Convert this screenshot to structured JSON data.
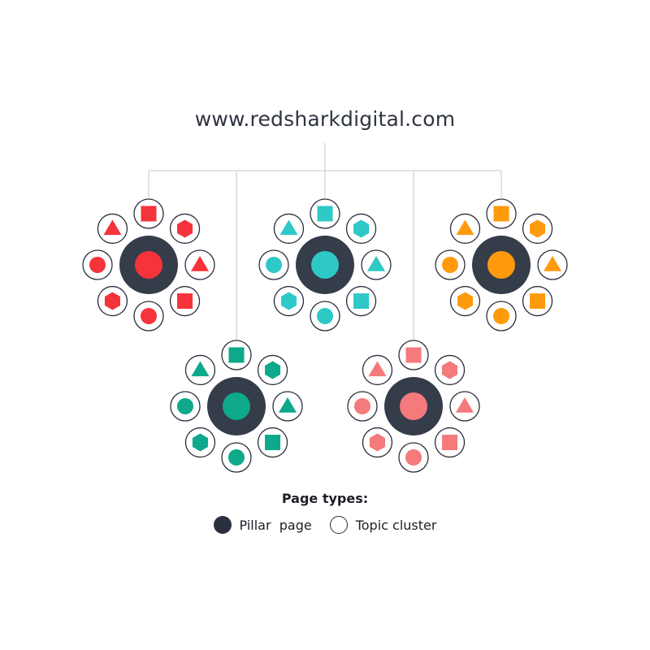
{
  "title": "www.redsharkdigital.com",
  "legend": {
    "title": "Page types:",
    "pillar_label": "Pillar  page",
    "cluster_label": "Topic cluster"
  },
  "colors": {
    "pillar_fill": "#353d4a",
    "connector": "#dfe3e6",
    "cluster_stroke": "#2b2f3e",
    "legend_pillar": "#2b2f3e"
  },
  "pillars": [
    {
      "color": "#f5333a",
      "satellites": [
        "square",
        "hexagon",
        "triangle",
        "square",
        "circle",
        "hexagon",
        "circle",
        "triangle"
      ]
    },
    {
      "color": "#2ec9c7",
      "satellites": [
        "square",
        "hexagon",
        "triangle",
        "square",
        "circle",
        "hexagon",
        "circle",
        "triangle"
      ]
    },
    {
      "color": "#ff9a0d",
      "satellites": [
        "square",
        "hexagon",
        "triangle",
        "square",
        "circle",
        "hexagon",
        "circle",
        "triangle"
      ]
    },
    {
      "color": "#0ea88b",
      "satellites": [
        "square",
        "hexagon",
        "triangle",
        "square",
        "circle",
        "hexagon",
        "circle",
        "triangle"
      ]
    },
    {
      "color": "#f47a7c",
      "satellites": [
        "square",
        "hexagon",
        "triangle",
        "square",
        "circle",
        "hexagon",
        "circle",
        "triangle"
      ]
    }
  ]
}
